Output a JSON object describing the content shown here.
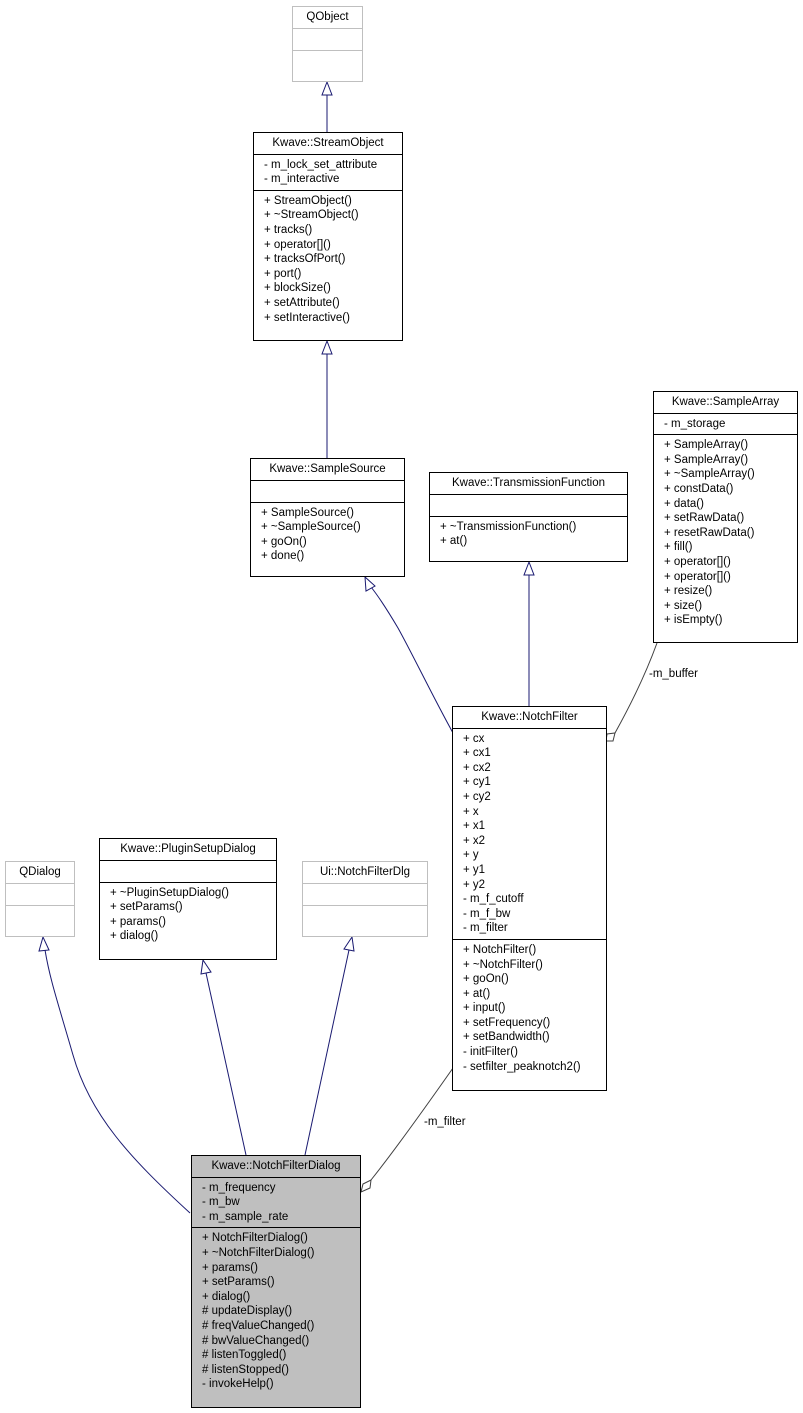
{
  "classes": {
    "qobject": {
      "name": "QObject",
      "attributes": [],
      "methods": []
    },
    "stream_object": {
      "name": "Kwave::StreamObject",
      "attributes": [
        "- m_lock_set_attribute",
        "- m_interactive"
      ],
      "methods": [
        "+ StreamObject()",
        "+ ~StreamObject()",
        "+ tracks()",
        "+ operator[]()",
        "+ tracksOfPort()",
        "+ port()",
        "+ blockSize()",
        "+ setAttribute()",
        "+ setInteractive()"
      ]
    },
    "sample_source": {
      "name": "Kwave::SampleSource",
      "attributes": [],
      "methods": [
        "+ SampleSource()",
        "+ ~SampleSource()",
        "+ goOn()",
        "+ done()"
      ]
    },
    "transmission_function": {
      "name": "Kwave::TransmissionFunction",
      "attributes": [],
      "methods": [
        "+ ~TransmissionFunction()",
        "+ at()"
      ]
    },
    "sample_array": {
      "name": "Kwave::SampleArray",
      "attributes": [
        "- m_storage"
      ],
      "methods": [
        "+ SampleArray()",
        "+ SampleArray()",
        "+ ~SampleArray()",
        "+ constData()",
        "+ data()",
        "+ setRawData()",
        "+ resetRawData()",
        "+ fill()",
        "+ operator[]()",
        "+ operator[]()",
        "+ resize()",
        "+ size()",
        "+ isEmpty()"
      ]
    },
    "notch_filter": {
      "name": "Kwave::NotchFilter",
      "attributes": [
        "+ cx",
        "+ cx1",
        "+ cx2",
        "+ cy1",
        "+ cy2",
        "+ x",
        "+ x1",
        "+ x2",
        "+ y",
        "+ y1",
        "+ y2",
        "- m_f_cutoff",
        "- m_f_bw",
        "- m_filter"
      ],
      "methods": [
        "+ NotchFilter()",
        "+ ~NotchFilter()",
        "+ goOn()",
        "+ at()",
        "+ input()",
        "+ setFrequency()",
        "+ setBandwidth()",
        "- initFilter()",
        "- setfilter_peaknotch2()"
      ]
    },
    "qdialog": {
      "name": "QDialog",
      "attributes": [],
      "methods": []
    },
    "plugin_setup_dialog": {
      "name": "Kwave::PluginSetupDialog",
      "attributes": [],
      "methods": [
        "+ ~PluginSetupDialog()",
        "+ setParams()",
        "+ params()",
        "+ dialog()"
      ]
    },
    "notch_filter_dlg": {
      "name": "Ui::NotchFilterDlg",
      "attributes": [],
      "methods": []
    },
    "notch_filter_dialog": {
      "name": "Kwave::NotchFilterDialog",
      "attributes": [
        "- m_frequency",
        "- m_bw",
        "- m_sample_rate"
      ],
      "methods": [
        "+ NotchFilterDialog()",
        "+ ~NotchFilterDialog()",
        "+ params()",
        "+ setParams()",
        "+ dialog()",
        "# updateDisplay()",
        "# freqValueChanged()",
        "# bwValueChanged()",
        "# listenToggled()",
        "# listenStopped()",
        "- invokeHelp()"
      ]
    }
  },
  "edge_labels": {
    "m_buffer": "-m_buffer",
    "m_filter": "-m_filter"
  },
  "colors": {
    "inheritance_edge": "#191970",
    "association_edge": "#404040",
    "highlight_fill": "#bfbfbf",
    "external_border": "#bfbfbf"
  }
}
